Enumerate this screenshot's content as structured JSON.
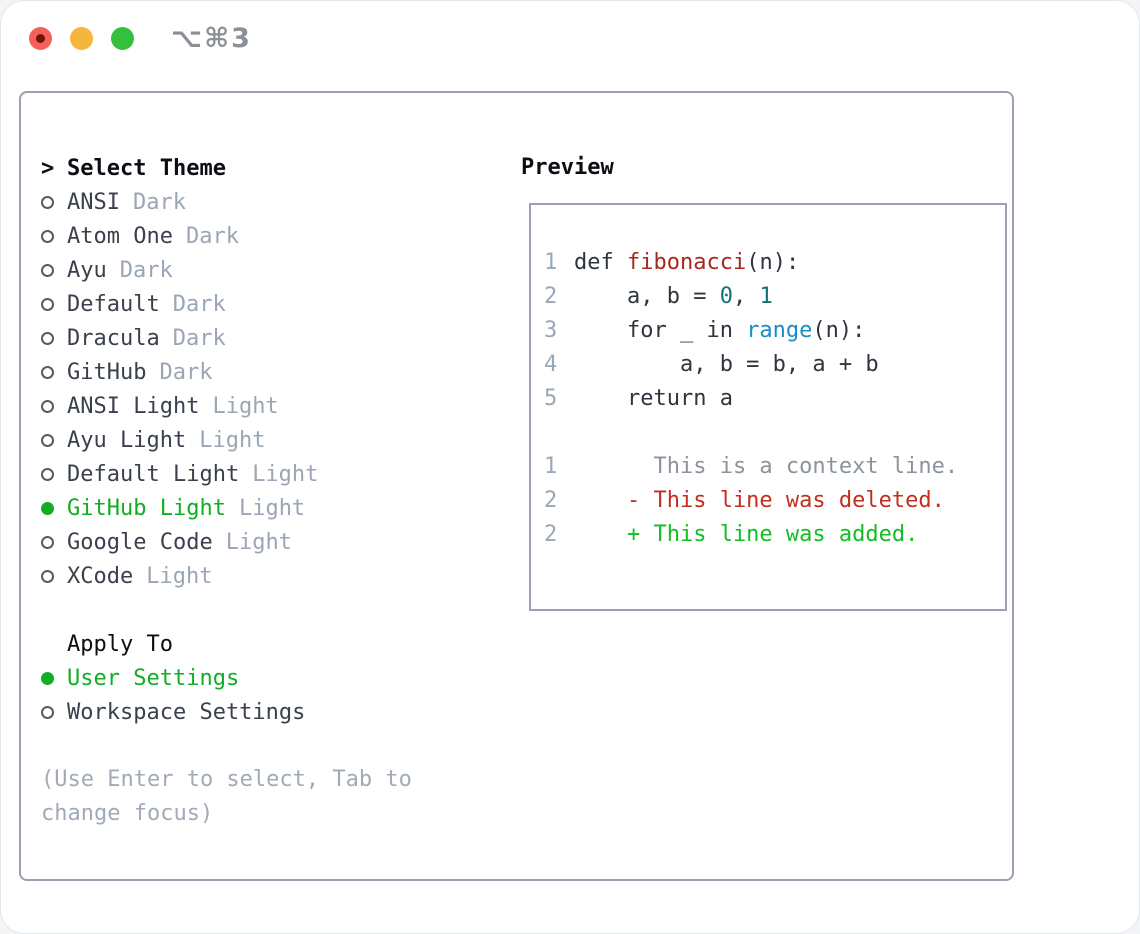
{
  "titlebar": {
    "shortcut": "⌥⌘3"
  },
  "colors": {
    "accent_green": "#13ad25",
    "border_gray": "#99a3af",
    "traffic_red": "#f4615a",
    "traffic_yellow": "#f6b53b",
    "traffic_green": "#34c03e",
    "function_red": "#a8281d",
    "number_teal": "#156f79",
    "builtin_blue": "#1b8cc7",
    "deleted_red": "#c32f1f",
    "added_green": "#13bd25"
  },
  "theme_list": {
    "header_marker": ">",
    "header": "Select Theme",
    "items": [
      {
        "name": "ANSI",
        "variant": "Dark",
        "selected": false
      },
      {
        "name": "Atom One",
        "variant": "Dark",
        "selected": false
      },
      {
        "name": "Ayu",
        "variant": "Dark",
        "selected": false
      },
      {
        "name": "Default",
        "variant": "Dark",
        "selected": false
      },
      {
        "name": "Dracula",
        "variant": "Dark",
        "selected": false
      },
      {
        "name": "GitHub",
        "variant": "Dark",
        "selected": false
      },
      {
        "name": "ANSI Light",
        "variant": "Light",
        "selected": false
      },
      {
        "name": "Ayu Light",
        "variant": "Light",
        "selected": false
      },
      {
        "name": "Default Light",
        "variant": "Light",
        "selected": false
      },
      {
        "name": "GitHub Light",
        "variant": "Light",
        "selected": true
      },
      {
        "name": "Google Code",
        "variant": "Light",
        "selected": false
      },
      {
        "name": "XCode",
        "variant": "Light",
        "selected": false
      }
    ]
  },
  "apply_to": {
    "header": "Apply To",
    "options": [
      {
        "label": "User Settings",
        "selected": true
      },
      {
        "label": "Workspace Settings",
        "selected": false
      }
    ]
  },
  "hint": "(Use Enter to select, Tab to change focus)",
  "preview": {
    "title": "Preview",
    "blocks": [
      {
        "lines": [
          {
            "num": "1",
            "tokens": [
              {
                "c": "pl",
                "t": "def "
              },
              {
                "c": "fn",
                "t": "fibonacci"
              },
              {
                "c": "pl",
                "t": "(n):"
              }
            ]
          },
          {
            "num": "2",
            "tokens": [
              {
                "c": "pl",
                "t": "    a, b = "
              },
              {
                "c": "num",
                "t": "0"
              },
              {
                "c": "pl",
                "t": ", "
              },
              {
                "c": "num",
                "t": "1"
              }
            ]
          },
          {
            "num": "3",
            "tokens": [
              {
                "c": "pl",
                "t": "    for _ in "
              },
              {
                "c": "bi",
                "t": "range"
              },
              {
                "c": "pl",
                "t": "(n):"
              }
            ]
          },
          {
            "num": "4",
            "tokens": [
              {
                "c": "pl",
                "t": "        a, b = b, a + b"
              }
            ]
          },
          {
            "num": "5",
            "tokens": [
              {
                "c": "pl",
                "t": "    return a"
              }
            ]
          }
        ]
      },
      {
        "lines": [
          {
            "num": "1",
            "tokens": [
              {
                "c": "ctx",
                "t": "      This is a context line."
              }
            ]
          },
          {
            "num": "2",
            "tokens": [
              {
                "c": "del",
                "t": "    - This line was deleted."
              }
            ]
          },
          {
            "num": "2",
            "tokens": [
              {
                "c": "add",
                "t": "    + This line was added."
              }
            ]
          }
        ]
      }
    ]
  }
}
